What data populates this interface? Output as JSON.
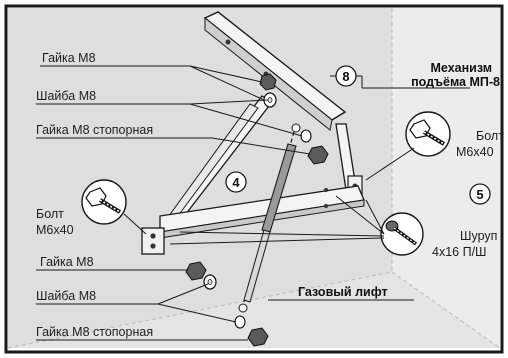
{
  "labels": {
    "nut_m8_top": "Гайка М8",
    "washer_m8_top": "Шайба М8",
    "locknut_m8_top": "Гайка М8 стопорная",
    "bolt_left_line1": "Болт",
    "bolt_left_line2": "М6х40",
    "nut_m8_bottom": "Гайка М8",
    "washer_m8_bottom": "Шайба М8",
    "locknut_m8_bottom": "Гайка М8 стопорная",
    "mechanism_line1": "Механизм",
    "mechanism_line2": "подъёма МП-8",
    "bolt_right_line1": "Болт",
    "bolt_right_line2": "М6х40",
    "screw_line1": "Шуруп",
    "screw_line2": "4х16 П/Ш",
    "gas_lift": "Газовый лифт"
  },
  "callouts": {
    "mechanism_number": "8",
    "panel_left_number": "4",
    "panel_right_number": "5"
  },
  "colors": {
    "frame": "#1a1a1a",
    "panel_fill": "#dcdcdc",
    "panel_fill_light": "#e9e9e9",
    "metal": "#f4f4f4",
    "hardware": "#555555"
  }
}
